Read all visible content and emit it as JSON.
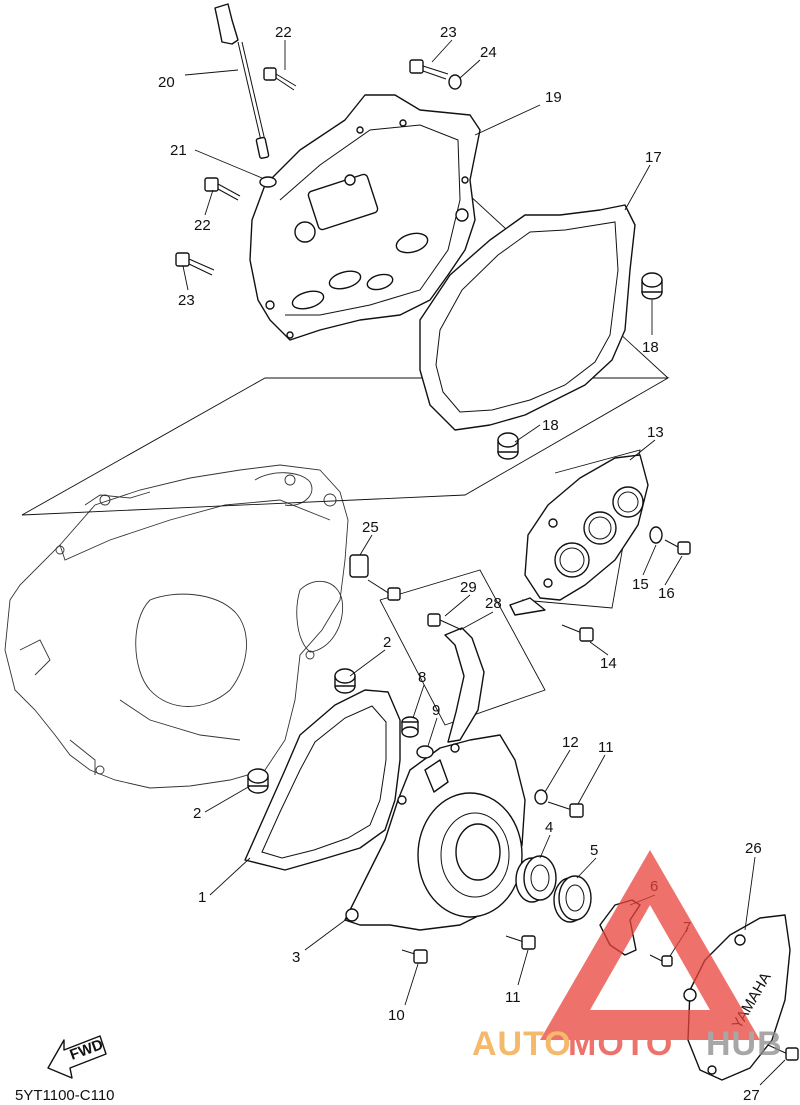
{
  "diagram": {
    "code": "5YT1100-C110",
    "direction_label": "FWD",
    "brand_on_cover": "YAMAHA"
  },
  "callouts": [
    {
      "id": "c20",
      "text": "20"
    },
    {
      "id": "c22a",
      "text": "22"
    },
    {
      "id": "c23a",
      "text": "23"
    },
    {
      "id": "c24",
      "text": "24"
    },
    {
      "id": "c19",
      "text": "19"
    },
    {
      "id": "c21",
      "text": "21"
    },
    {
      "id": "c22b",
      "text": "22"
    },
    {
      "id": "c17",
      "text": "17"
    },
    {
      "id": "c23b",
      "text": "23"
    },
    {
      "id": "c18a",
      "text": "18"
    },
    {
      "id": "c18b",
      "text": "18"
    },
    {
      "id": "c13",
      "text": "13"
    },
    {
      "id": "c25",
      "text": "25"
    },
    {
      "id": "c15",
      "text": "15"
    },
    {
      "id": "c16",
      "text": "16"
    },
    {
      "id": "c29",
      "text": "29"
    },
    {
      "id": "c28",
      "text": "28"
    },
    {
      "id": "c14",
      "text": "14"
    },
    {
      "id": "c2a",
      "text": "2"
    },
    {
      "id": "c8",
      "text": "8"
    },
    {
      "id": "c9",
      "text": "9"
    },
    {
      "id": "c12",
      "text": "12"
    },
    {
      "id": "c11a",
      "text": "11"
    },
    {
      "id": "c2b",
      "text": "2"
    },
    {
      "id": "c4",
      "text": "4"
    },
    {
      "id": "c5",
      "text": "5"
    },
    {
      "id": "c26",
      "text": "26"
    },
    {
      "id": "c6",
      "text": "6"
    },
    {
      "id": "c1",
      "text": "1"
    },
    {
      "id": "c7",
      "text": "7"
    },
    {
      "id": "c3",
      "text": "3"
    },
    {
      "id": "c11b",
      "text": "11"
    },
    {
      "id": "c10",
      "text": "10"
    },
    {
      "id": "c27",
      "text": "27"
    }
  ],
  "watermark": {
    "part1": "AUTO",
    "part2": "MOTO",
    "part3": "HUB",
    "colors": {
      "triangle": "#e8433a",
      "auto": "#f2a23a",
      "moto": "#e8433a",
      "hub": "#8a8a8a"
    }
  }
}
